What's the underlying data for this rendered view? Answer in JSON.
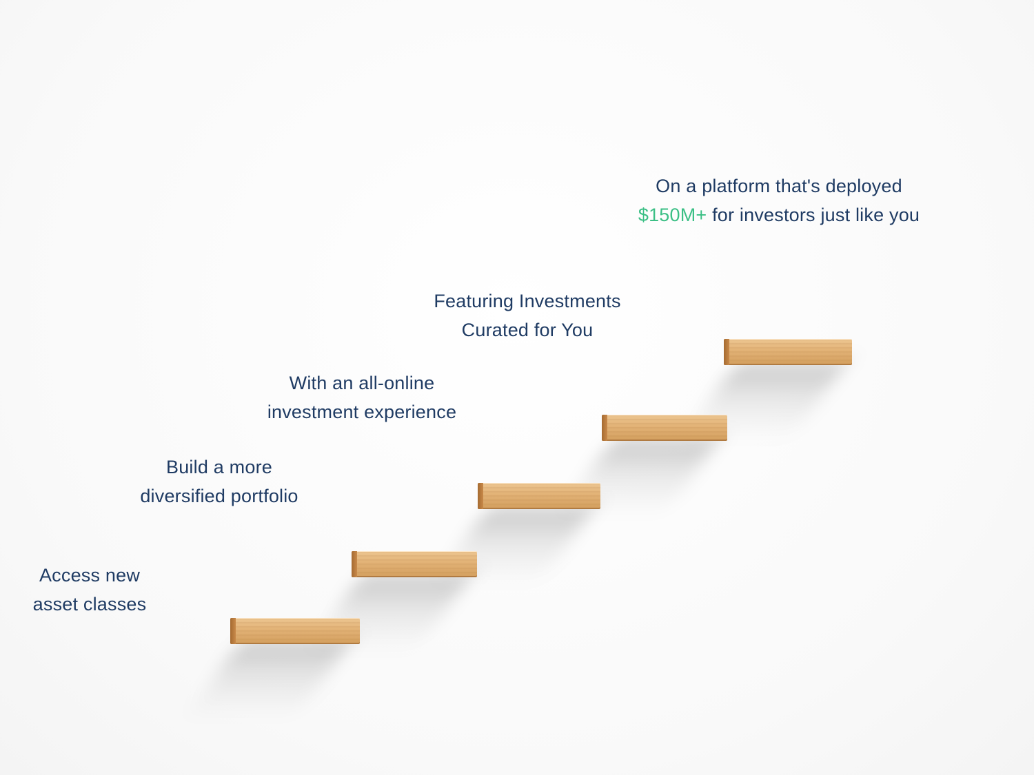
{
  "captions": {
    "step1": {
      "line1": "Access new",
      "line2": "asset classes"
    },
    "step2": {
      "line1": "Build a more",
      "line2": "diversified portfolio"
    },
    "step3": {
      "line1": "With an all-online",
      "line2": "investment experience"
    },
    "step4": {
      "line1": "Featuring Investments",
      "line2": "Curated for You"
    },
    "step5": {
      "line1": "On a platform that's deployed",
      "highlight": "$150M+",
      "line2_rest": " for investors just like you"
    }
  },
  "colors": {
    "text": "#1f3b63",
    "accent": "#3bbf85",
    "wood": "#e2b276"
  }
}
